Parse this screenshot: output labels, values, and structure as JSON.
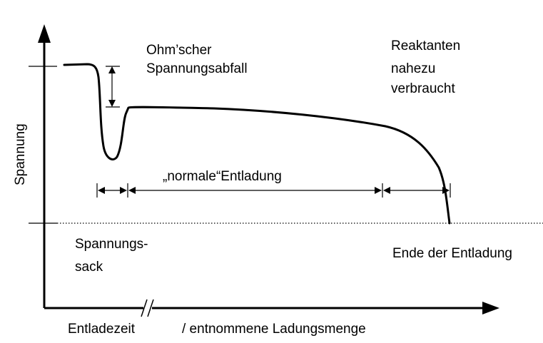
{
  "labels": {
    "y_axis": "Spannung",
    "x_axis_left": "Entladezeit",
    "x_axis_right": "/ entnommene Ladungsmenge",
    "ohmic_drop_line1": "Ohm’scher",
    "ohmic_drop_line2": "Spannungsabfall",
    "reactants_line1": "Reaktanten",
    "reactants_line2": "nahezu",
    "reactants_line3": "verbraucht",
    "normal_discharge": "„normale“Entladung",
    "voltage_sag_line1": "Spannungs-",
    "voltage_sag_line2": "sack",
    "end_of_discharge": "Ende der Entladung"
  }
}
